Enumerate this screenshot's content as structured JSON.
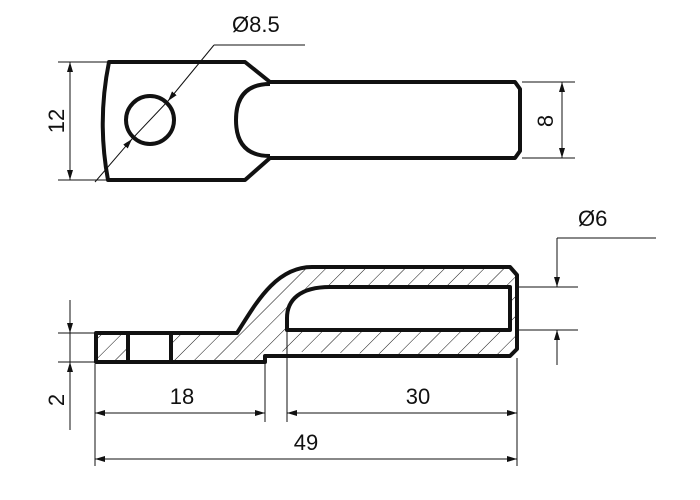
{
  "drawing": {
    "top_view": {
      "hole_diameter_label": "Ø8.5",
      "width_label": "12",
      "tube_width_label": "8"
    },
    "section_view": {
      "bore_diameter_label": "Ø6",
      "plate_thickness_label": "2",
      "plate_length_label": "18",
      "bore_depth_label": "30",
      "overall_length_label": "49"
    },
    "colors": {
      "line": "#111111",
      "background": "#ffffff"
    }
  }
}
